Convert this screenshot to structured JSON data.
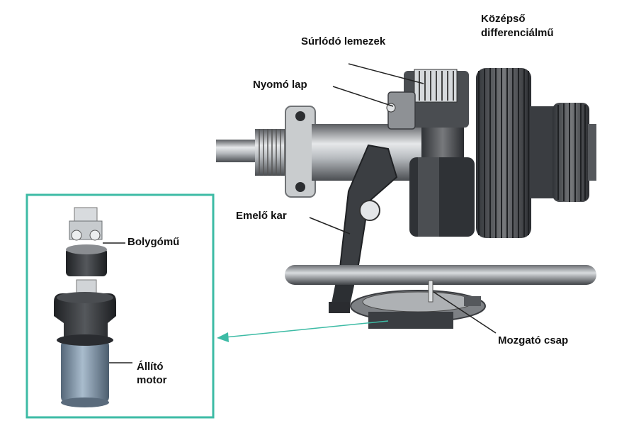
{
  "labels": {
    "center_diff_line1": "Középső",
    "center_diff_line2": "differenciálmű",
    "friction_plates": "Súrlódó lemezek",
    "pressure_plate": "Nyomó lap",
    "lever_arm": "Emelő kar",
    "actuating_pin": "Mozgató csap",
    "planetary_gear": "Bolygómű",
    "motor_line1": "Állító",
    "motor_line2": "motor"
  },
  "colors": {
    "inset_border": "#3dbba5",
    "leader_lines": "#222222",
    "metal_light": "#cfd3d6",
    "metal_dark": "#3c3f44",
    "motor_body": "#7f93a6"
  }
}
